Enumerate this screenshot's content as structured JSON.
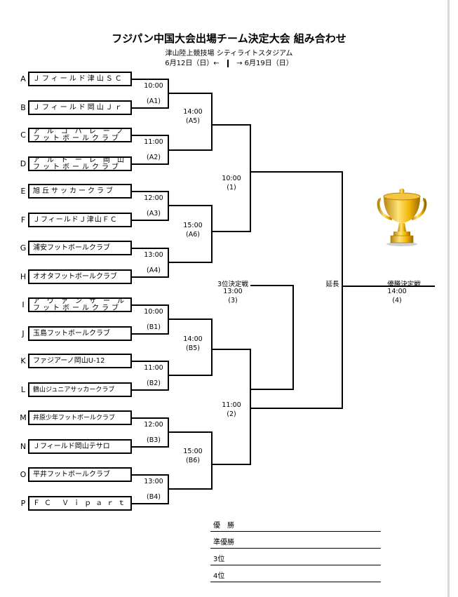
{
  "header": {
    "title": "フジパン中国大会出場チーム決定大会 組み合わせ",
    "venue": "津山陸上競技場 シティライトスタジアム",
    "date_left": "6月12日（日）←",
    "date_right": "→ 6月19日（日）"
  },
  "teams": [
    {
      "letter": "A",
      "line1": "Ｊフィールド津山ＳＣ",
      "line2": ""
    },
    {
      "letter": "B",
      "line1": "Ｊフィールド岡山Ｊｒ",
      "line2": ""
    },
    {
      "letter": "C",
      "line1": "アルコバレーノ",
      "line2": "フットボールクラブ"
    },
    {
      "letter": "D",
      "line1": "アルドーレ岡山",
      "line2": "フットボールクラブ"
    },
    {
      "letter": "E",
      "line1": "旭丘サッカークラブ",
      "line2": ""
    },
    {
      "letter": "F",
      "line1": "ＪフィールドＪ津山ＦＣ",
      "line2": ""
    },
    {
      "letter": "G",
      "line1": "浦安フットボールクラブ",
      "line2": ""
    },
    {
      "letter": "H",
      "line1": "オオタフットボールクラブ",
      "line2": ""
    },
    {
      "letter": "I",
      "line1": "アヴァンサール",
      "line2": "フットボールクラブ"
    },
    {
      "letter": "J",
      "line1": "玉島フットボールクラブ",
      "line2": ""
    },
    {
      "letter": "K",
      "line1": "ファジアーノ岡山U-12",
      "line2": ""
    },
    {
      "letter": "L",
      "line1": "鶴山ジュニアサッカークラブ",
      "line2": ""
    },
    {
      "letter": "M",
      "line1": "井原少年フットボールクラブ",
      "line2": ""
    },
    {
      "letter": "N",
      "line1": "Ｊフィールド岡山テサロ",
      "line2": ""
    },
    {
      "letter": "O",
      "line1": "平井フットボールクラブ",
      "line2": ""
    },
    {
      "letter": "P",
      "line1": "ＦＣ Ｖｉｐａｒｔｅ",
      "line2": ""
    }
  ],
  "r1": [
    {
      "time": "10:00",
      "code": "(A1)"
    },
    {
      "time": "11:00",
      "code": "(A2)"
    },
    {
      "time": "12:00",
      "code": "(A3)"
    },
    {
      "time": "13:00",
      "code": "(A4)"
    },
    {
      "time": "10:00",
      "code": "(B1)"
    },
    {
      "time": "11:00",
      "code": "(B2)"
    },
    {
      "time": "12:00",
      "code": "(B3)"
    },
    {
      "time": "13:00",
      "code": "(B4)"
    }
  ],
  "r2": [
    {
      "time": "14:00",
      "code": "(A5)"
    },
    {
      "time": "15:00",
      "code": "(A6)"
    },
    {
      "time": "14:00",
      "code": "(B5)"
    },
    {
      "time": "15:00",
      "code": "(B6)"
    }
  ],
  "semis": [
    {
      "time": "10:00",
      "code": "(1)"
    },
    {
      "time": "11:00",
      "code": "(2)"
    }
  ],
  "third_place": {
    "title": "3位決定戦",
    "time": "13:00",
    "code": "(3)"
  },
  "extension": "延長",
  "final": {
    "title": "優勝決定戦",
    "time": "14:00",
    "code": "(4)"
  },
  "results": [
    "優　勝",
    "準優勝",
    "3位",
    "4位"
  ]
}
